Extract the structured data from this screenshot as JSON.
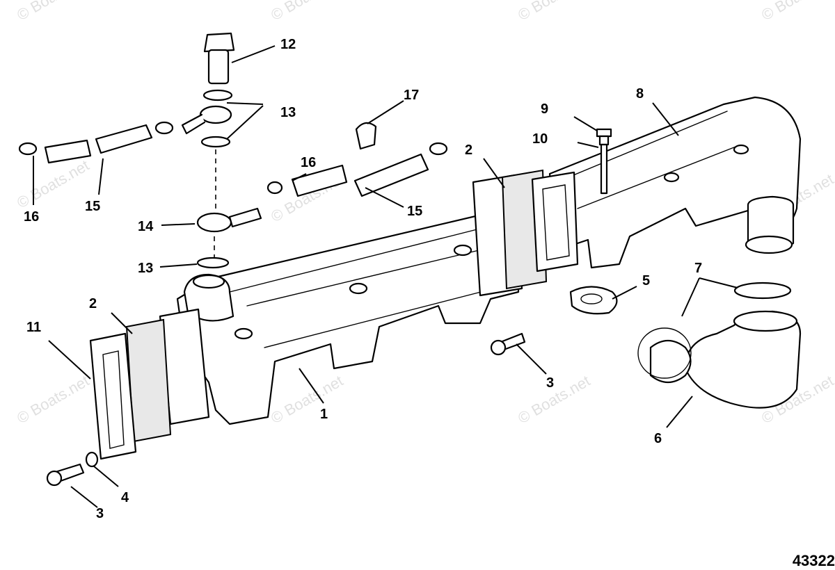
{
  "watermark": "© Boats.net",
  "diagram_number": "43322",
  "callouts": {
    "c1": "1",
    "c2a": "2",
    "c2b": "2",
    "c3a": "3",
    "c3b": "3",
    "c4": "4",
    "c5": "5",
    "c6": "6",
    "c7": "7",
    "c8": "8",
    "c9": "9",
    "c10": "10",
    "c11": "11",
    "c12": "12",
    "c13a": "13",
    "c13b": "13",
    "c14": "14",
    "c15a": "15",
    "c15b": "15",
    "c16a": "16",
    "c16b": "16",
    "c17": "17"
  }
}
